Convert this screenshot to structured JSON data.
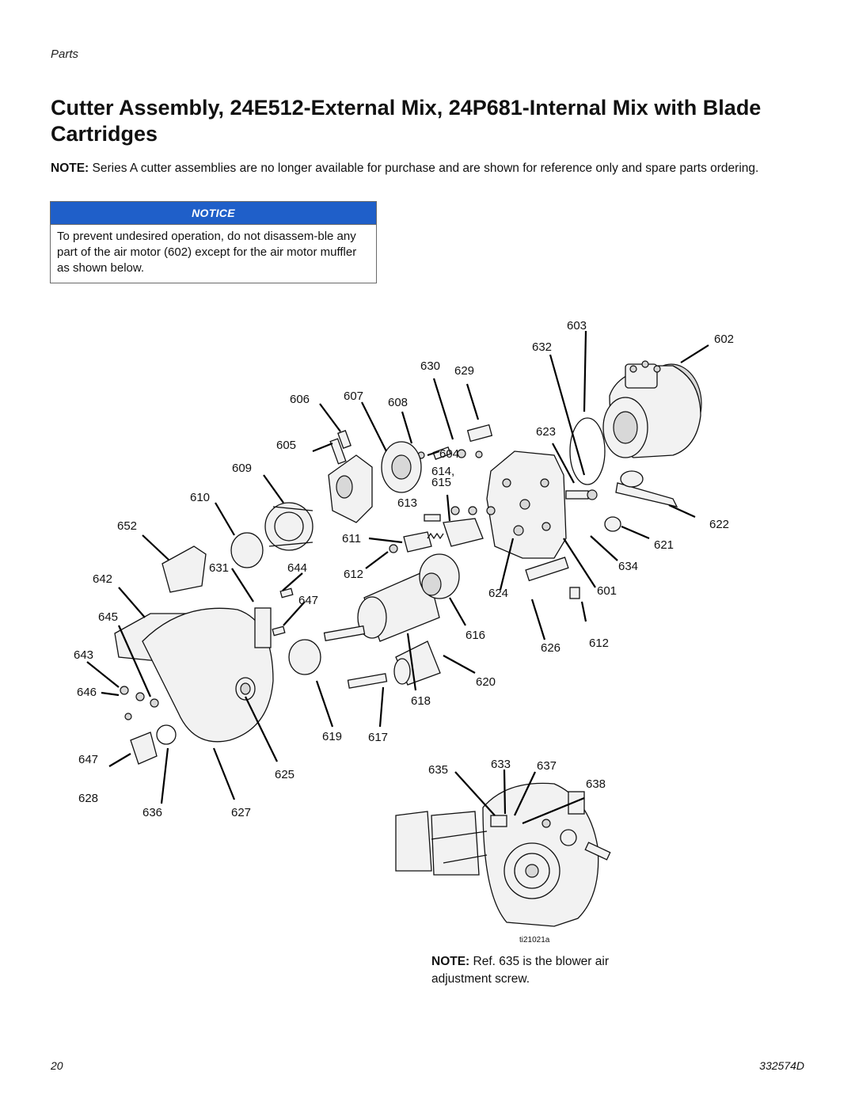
{
  "header": {
    "section": "Parts"
  },
  "title": "Cutter Assembly, 24E512-External Mix, 24P681-Internal Mix with Blade Cartridges",
  "note_top": {
    "label": "NOTE:",
    "text": "Series A cutter assemblies are no longer available for purchase and are shown for reference only and spare parts ordering."
  },
  "notice": {
    "heading": "NOTICE",
    "body": "To prevent undesired operation, do not disassem-ble any part of the air motor (602) except for the air motor muffler as shown below."
  },
  "figure": {
    "callouts": [
      "603",
      "602",
      "632",
      "630",
      "629",
      "606",
      "607",
      "608",
      "623",
      "605",
      "604",
      "609",
      "614,",
      "615",
      "610",
      "613",
      "652",
      "622",
      "611",
      "621",
      "631",
      "644",
      "612",
      "634",
      "642",
      "647",
      "624",
      "601",
      "645",
      "616",
      "643",
      "626",
      "612",
      "620",
      "646",
      "618",
      "619",
      "617",
      "647",
      "633",
      "637",
      "635",
      "625",
      "638",
      "628",
      "636",
      "627"
    ],
    "image_id": "ti21021a"
  },
  "note_bottom": {
    "label": "NOTE:",
    "text": "Ref. 635 is the blower air adjustment screw."
  },
  "footer": {
    "page": "20",
    "doc": "332574D"
  }
}
